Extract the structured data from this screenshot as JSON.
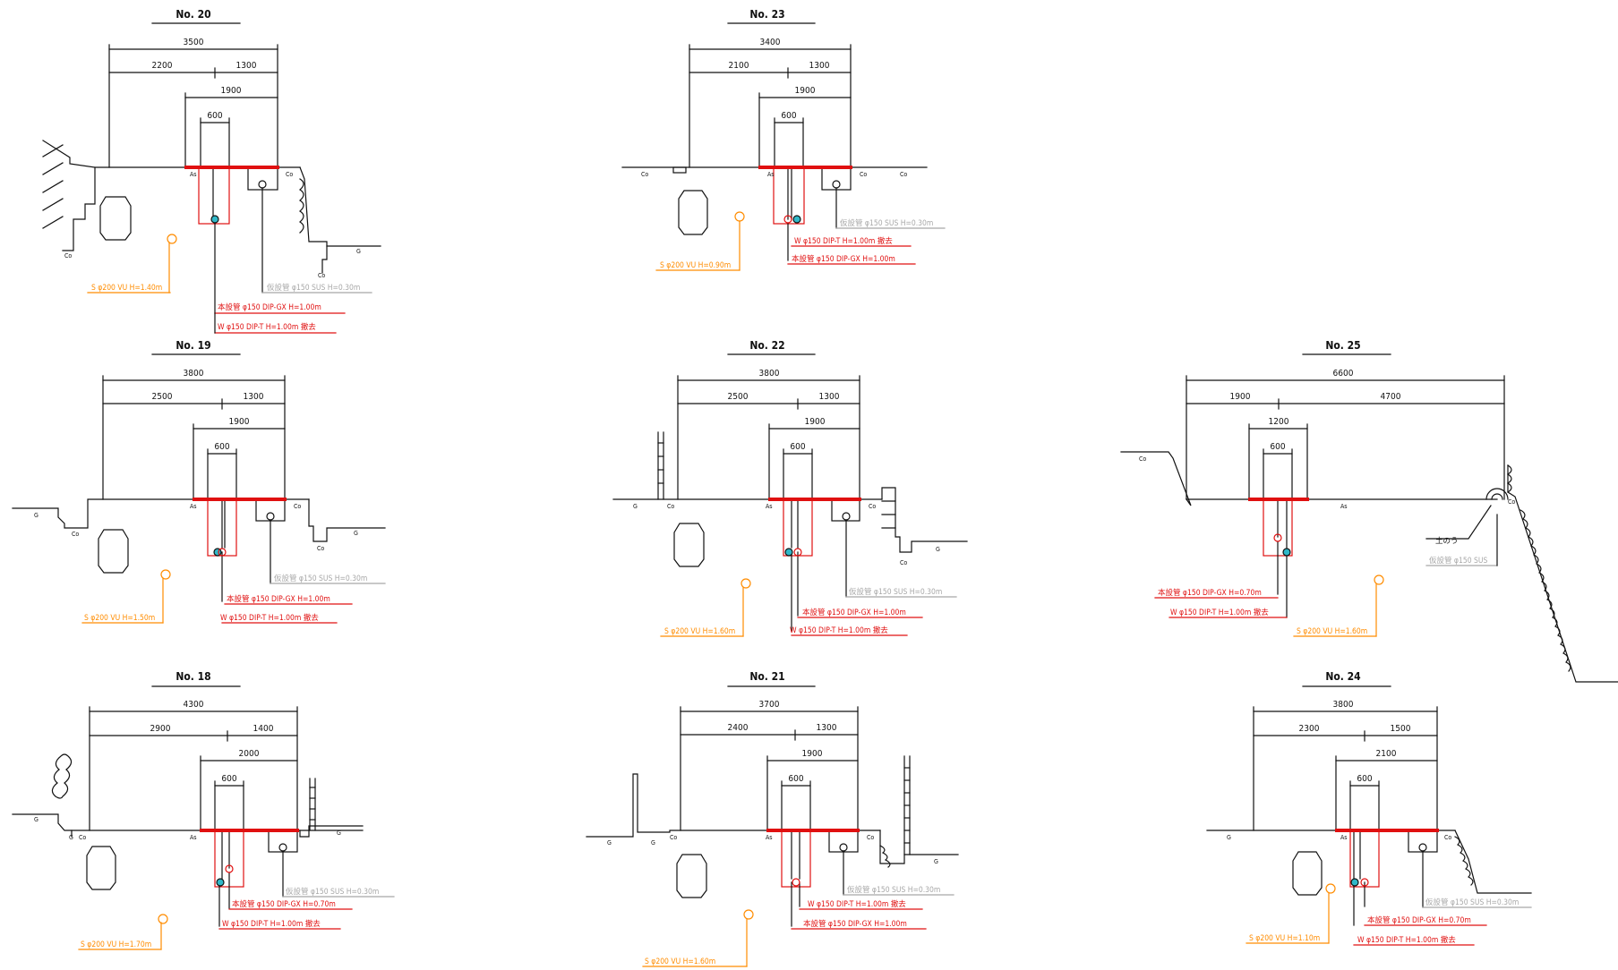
{
  "colors": {
    "line": "#111111",
    "new_pipe": "#e01010",
    "sewer": "#ff8c00",
    "temp_pipe": "#a8a8a8",
    "water_marker": "#30b8c8"
  },
  "sections": [
    {
      "id": "no20",
      "title": "No. 20",
      "dims": [
        "3500",
        "2200",
        "1300",
        "1900",
        "600"
      ],
      "surface": [
        "As",
        "Co",
        "Co",
        "Co",
        "G"
      ],
      "labels": {
        "sewer": "S  φ200 VU H=1.40m",
        "temp": "仮設管  φ150 SUS H=0.30m",
        "new": "本設管  φ150 DIP-GX H=1.00m",
        "water": "W  φ150 DIP-T H=1.00m 撤去"
      }
    },
    {
      "id": "no23",
      "title": "No. 23",
      "dims": [
        "3400",
        "2100",
        "1300",
        "1900",
        "600"
      ],
      "surface": [
        "Co",
        "As",
        "Co",
        "Co"
      ],
      "labels": {
        "sewer": "S  φ200 VU H=0.90m",
        "temp": "仮設管  φ150 SUS H=0.30m",
        "new": "本設管  φ150 DIP-GX H=1.00m",
        "water": "W  φ150 DIP-T H=1.00m 撤去"
      }
    },
    {
      "id": "no19",
      "title": "No. 19",
      "dims": [
        "3800",
        "2500",
        "1300",
        "1900",
        "600"
      ],
      "surface": [
        "G",
        "Co",
        "As",
        "Co",
        "Co",
        "G"
      ],
      "labels": {
        "sewer": "S  φ200 VU H=1.50m",
        "temp": "仮設管  φ150 SUS H=0.30m",
        "new": "本設管  φ150 DIP-GX H=1.00m",
        "water": "W  φ150 DIP-T H=1.00m 撤去"
      }
    },
    {
      "id": "no22",
      "title": "No. 22",
      "dims": [
        "3800",
        "2500",
        "1300",
        "1900",
        "600"
      ],
      "surface": [
        "G",
        "Co",
        "As",
        "Co",
        "Co",
        "G"
      ],
      "labels": {
        "sewer": "S  φ200 VU H=1.60m",
        "temp": "仮設管  φ150 SUS H=0.30m",
        "new": "本設管  φ150 DIP-GX H=1.00m",
        "water": "W  φ150 DIP-T H=1.00m 撤去"
      }
    },
    {
      "id": "no25",
      "title": "No. 25",
      "dims": [
        "6600",
        "1900",
        "4700",
        "1200",
        "600"
      ],
      "surface": [
        "Co",
        "As",
        "Co"
      ],
      "labels": {
        "sandbag": "土のう",
        "sewer": "S  φ200 VU H=1.60m",
        "temp": "仮設管  φ150 SUS",
        "new": "本設管  φ150 DIP-GX H=0.70m",
        "water": "W  φ150 DIP-T H=1.00m 撤去"
      }
    },
    {
      "id": "no18",
      "title": "No. 18",
      "dims": [
        "4300",
        "2900",
        "1400",
        "2000",
        "600"
      ],
      "surface": [
        "G",
        "G",
        "Co",
        "As",
        "G"
      ],
      "labels": {
        "sewer": "S  φ200 VU H=1.70m",
        "temp": "仮設管  φ150 SUS H=0.30m",
        "new": "本設管  φ150 DIP-GX H=0.70m",
        "water": "W  φ150 DIP-T H=1.00m 撤去"
      }
    },
    {
      "id": "no21",
      "title": "No. 21",
      "dims": [
        "3700",
        "2400",
        "1300",
        "1900",
        "600"
      ],
      "surface": [
        "G",
        "G",
        "Co",
        "As",
        "Co",
        "G"
      ],
      "labels": {
        "sewer": "S  φ200 VU H=1.60m",
        "temp": "仮設管  φ150 SUS H=0.30m",
        "new": "本設管  φ150 DIP-GX H=1.00m",
        "water": "W  φ150 DIP-T H=1.00m 撤去"
      }
    },
    {
      "id": "no24",
      "title": "No. 24",
      "dims": [
        "3800",
        "2300",
        "1500",
        "2100",
        "600"
      ],
      "surface": [
        "G",
        "As",
        "Co"
      ],
      "labels": {
        "sewer": "S  φ200 VU H=1.10m",
        "temp": "仮設管  φ150 SUS H=0.30m",
        "new": "本設管  φ150 DIP-GX H=0.70m",
        "water": "W  φ150 DIP-T H=1.00m 撤去"
      }
    }
  ]
}
